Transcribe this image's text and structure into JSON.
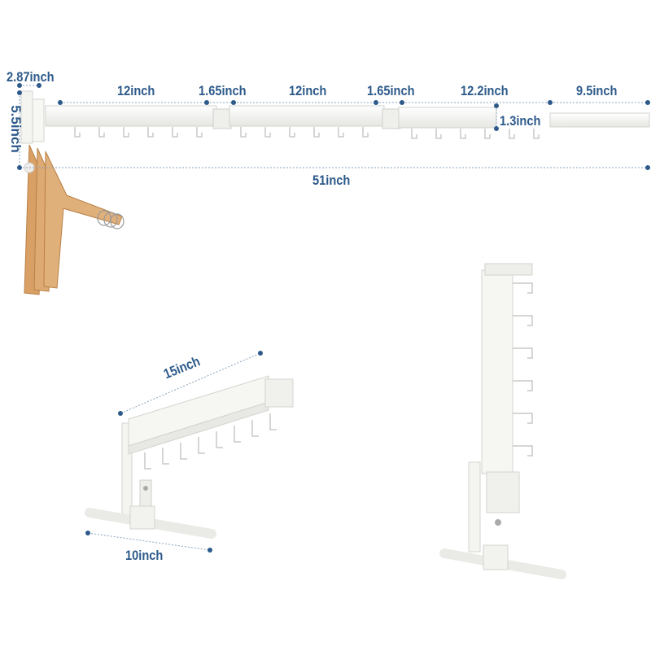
{
  "colors": {
    "dimension": "#2d5a8a",
    "rack": "#f4f4f1",
    "rack_edge": "#d3d3cf",
    "hanger": "#d9a066",
    "hanger_dark": "#b97f45"
  },
  "dimensions": {
    "bracket_width": "2.87inch",
    "bracket_height": "5.5inch",
    "arm_1": "12inch",
    "joint_1": "1.65inch",
    "arm_2": "12inch",
    "joint_2": "1.65inch",
    "arm_3": "12.2inch",
    "tip_height": "1.3inch",
    "end_rod": "9.5inch",
    "total_length": "51inch",
    "folded_length": "15inch",
    "base_width": "10inch"
  },
  "views": [
    "extended-rack-view",
    "folded-rack-view",
    "vertical-stored-view"
  ]
}
